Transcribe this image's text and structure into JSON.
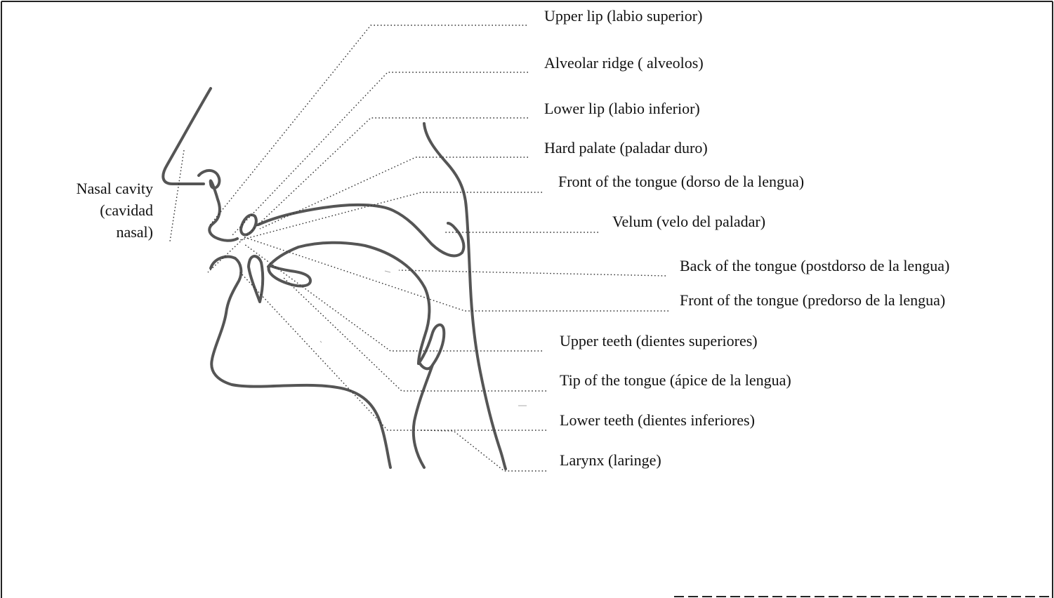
{
  "labels": {
    "upper_lip": "Upper lip (labio superior)",
    "alveolar_ridge": "Alveolar ridge ( alveolos)",
    "lower_lip": "Lower lip (labio inferior)",
    "hard_palate": "Hard palate (paladar duro)",
    "front_tongue_dorso": "Front of the tongue (dorso de la lengua)",
    "velum": "Velum (velo del paladar)",
    "back_tongue": "Back of the tongue (postdorso de la lengua)",
    "front_tongue_predorso": "Front of the tongue (predorso de la lengua)",
    "upper_teeth": "Upper teeth (dientes superiores)",
    "tip_tongue": "Tip of the tongue (ápice de la lengua)",
    "lower_teeth": "Lower teeth (dientes inferiores)",
    "larynx": "Larynx (laringe)"
  },
  "nasal_cavity": {
    "line1": "Nasal cavity",
    "line2": "(cavidad",
    "line3": "nasal)"
  },
  "colors": {
    "anatomy_stroke": "#555555",
    "leader_stroke": "#333333",
    "text": "#111111",
    "frame": "#222222"
  }
}
